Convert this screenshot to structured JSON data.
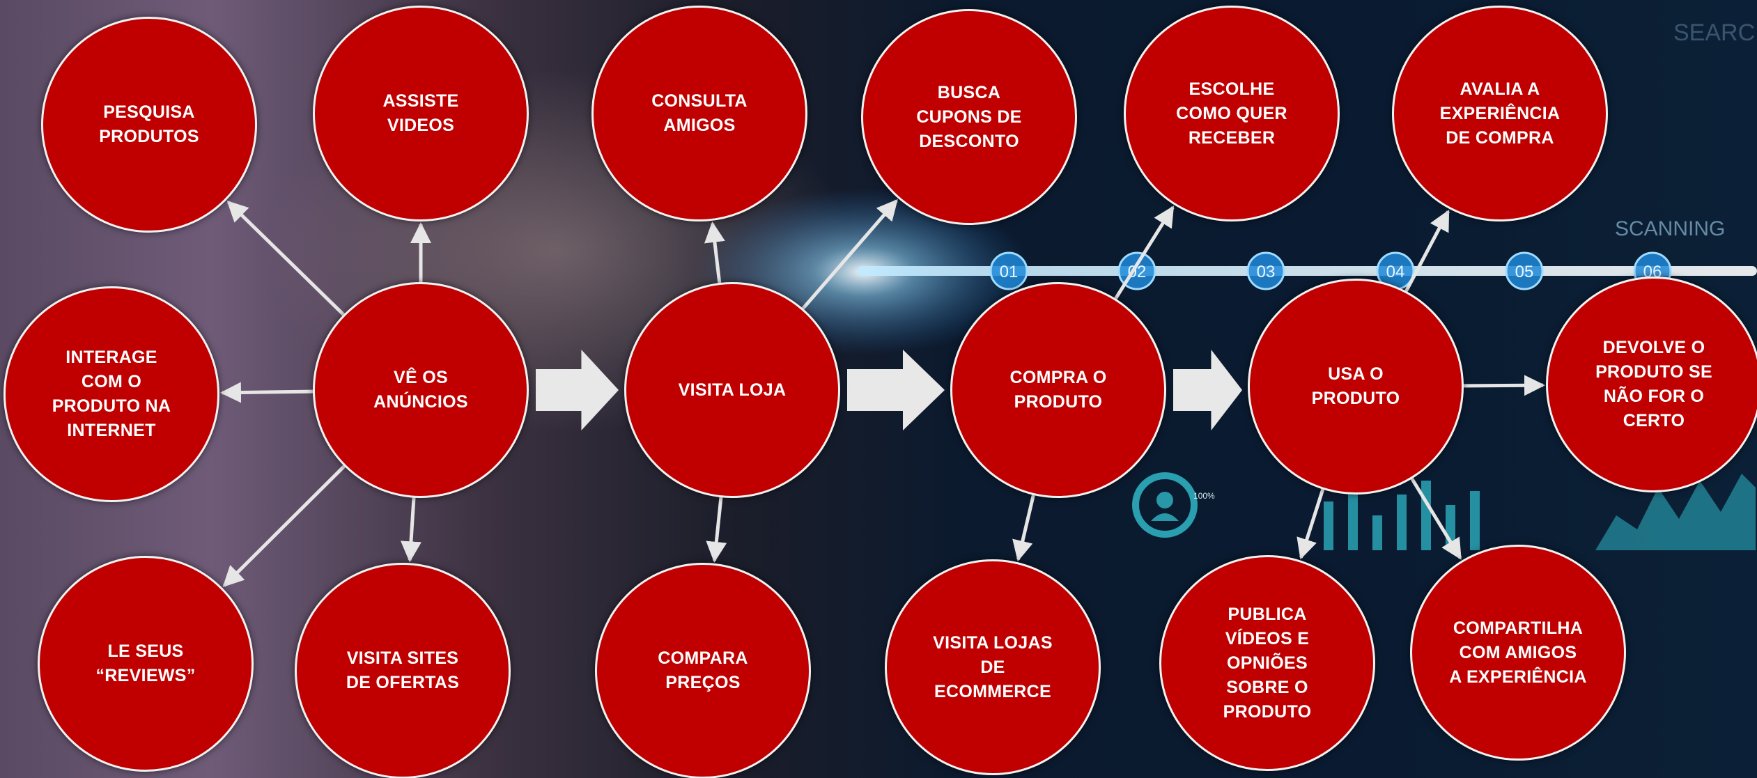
{
  "diagram": {
    "nodes": [
      {
        "id": "pesquisa",
        "label": "PESQUISA\nPRODUTOS"
      },
      {
        "id": "assiste",
        "label": "ASSISTE\nVIDEOS"
      },
      {
        "id": "consulta",
        "label": "CONSULTA\nAMIGOS"
      },
      {
        "id": "busca",
        "label": "BUSCA\nCUPONS DE\nDESCONTO"
      },
      {
        "id": "escolhe",
        "label": "ESCOLHE\nCOMO QUER\nRECEBER"
      },
      {
        "id": "avalia",
        "label": "AVALIA A\nEXPERIÊNCIA\nDE COMPRA"
      },
      {
        "id": "interage",
        "label": "INTERAGE\nCOM O\nPRODUTO NA\nINTERNET"
      },
      {
        "id": "ve",
        "label": "VÊ OS\nANÚNCIOS"
      },
      {
        "id": "visita_loja",
        "label": "VISITA LOJA"
      },
      {
        "id": "compra",
        "label": "COMPRA O\nPRODUTO"
      },
      {
        "id": "usa",
        "label": "USA O\nPRODUTO"
      },
      {
        "id": "devolve",
        "label": "DEVOLVE O\nPRODUTO SE\nNÃO FOR O\nCERTO"
      },
      {
        "id": "le",
        "label": "LE SEUS\n“REVIEWS”"
      },
      {
        "id": "visita_sites",
        "label": "VISITA SITES\nDE OFERTAS"
      },
      {
        "id": "compara",
        "label": "COMPARA\nPREÇOS"
      },
      {
        "id": "visita_lojas",
        "label": "VISITA LOJAS\nDE\nECOMMERCE"
      },
      {
        "id": "publica",
        "label": "PUBLICA\nVÍDEOS E\nOPNIÕES\nSOBRE O\nPRODUTO"
      },
      {
        "id": "compartilha",
        "label": "COMPARTILHA\nCOM AMIGOS\nA EXPERIÊNCIA"
      }
    ],
    "edges": [
      {
        "from": "ve",
        "to": "pesquisa"
      },
      {
        "from": "ve",
        "to": "assiste"
      },
      {
        "from": "ve",
        "to": "interage"
      },
      {
        "from": "ve",
        "to": "le"
      },
      {
        "from": "ve",
        "to": "visita_sites"
      },
      {
        "from": "visita_loja",
        "to": "consulta"
      },
      {
        "from": "visita_loja",
        "to": "busca"
      },
      {
        "from": "visita_loja",
        "to": "compara"
      },
      {
        "from": "compra",
        "to": "escolhe"
      },
      {
        "from": "compra",
        "to": "visita_lojas"
      },
      {
        "from": "usa",
        "to": "avalia"
      },
      {
        "from": "usa",
        "to": "devolve"
      },
      {
        "from": "usa",
        "to": "publica"
      },
      {
        "from": "usa",
        "to": "compartilha"
      }
    ],
    "flow": [
      {
        "from": "ve",
        "to": "visita_loja"
      },
      {
        "from": "visita_loja",
        "to": "compra"
      },
      {
        "from": "compra",
        "to": "usa"
      }
    ],
    "background_texts": [
      "01",
      "02",
      "03",
      "04",
      "05",
      "06",
      "SCANNING",
      "SEARC",
      "100%"
    ],
    "colors": {
      "node_fill": "#c00000",
      "node_border": "#f2f2f2",
      "connector": "#e6e6e6",
      "flow_arrow": "#e8e8e8"
    }
  }
}
